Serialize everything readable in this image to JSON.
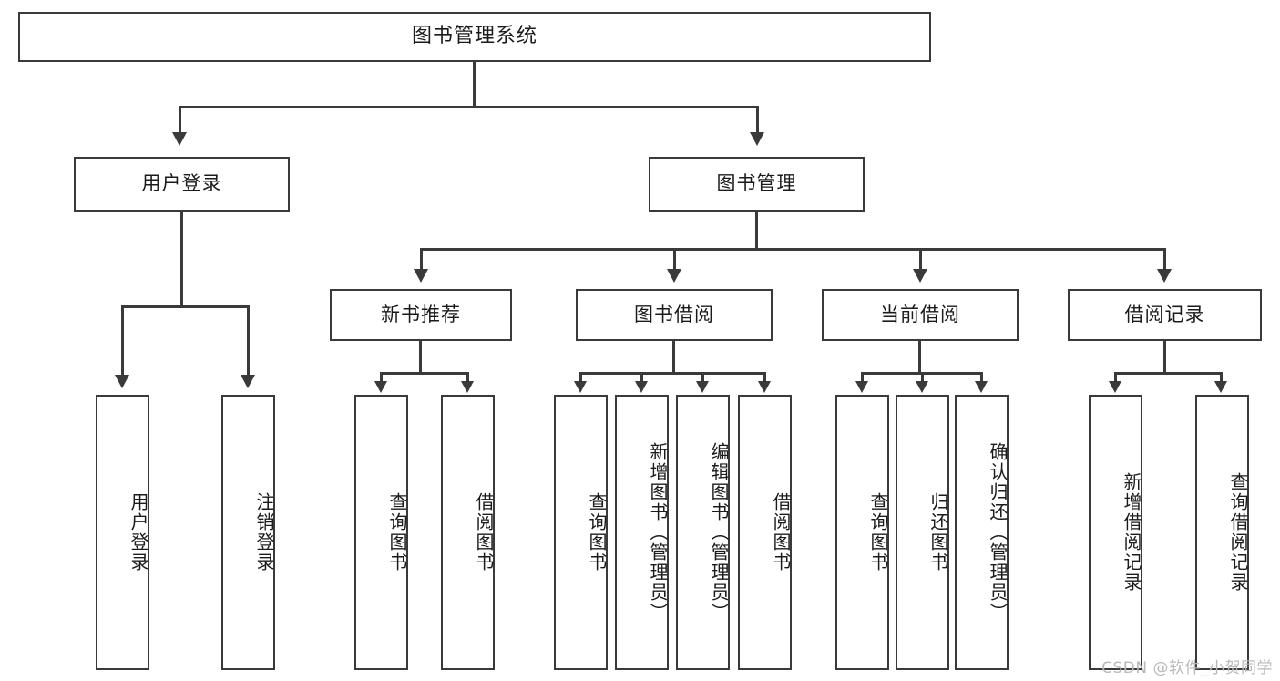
{
  "diagram": {
    "type": "tree",
    "title": "图书管理系统",
    "root": {
      "label": "图书管理系统"
    },
    "level2": [
      {
        "label": "用户登录"
      },
      {
        "label": "图书管理"
      }
    ],
    "level3": [
      {
        "label": "新书推荐"
      },
      {
        "label": "图书借阅"
      },
      {
        "label": "当前借阅"
      },
      {
        "label": "借阅记录"
      }
    ],
    "leaves": {
      "user_login": [
        {
          "label": "用户登录"
        },
        {
          "label": "注销登录"
        }
      ],
      "new_book": [
        {
          "label": "查询图书"
        },
        {
          "label": "借阅图书"
        }
      ],
      "book_borrow": [
        {
          "label": "查询图书"
        },
        {
          "label": "新增图书（管理员）"
        },
        {
          "label": "编辑图书（管理员）"
        },
        {
          "label": "借阅图书"
        }
      ],
      "current_borrow": [
        {
          "label": "查询图书"
        },
        {
          "label": "归还图书"
        },
        {
          "label": "确认归还（管理员）"
        }
      ],
      "borrow_record": [
        {
          "label": "新增借阅记录"
        },
        {
          "label": "查询借阅记录"
        }
      ]
    }
  },
  "watermark": {
    "text": "CSDN @软件_小贺同学"
  },
  "colors": {
    "stroke": "#3a3a3a",
    "text": "#1b1b1b",
    "background": "#ffffff",
    "watermark": "#b9b9b9"
  }
}
